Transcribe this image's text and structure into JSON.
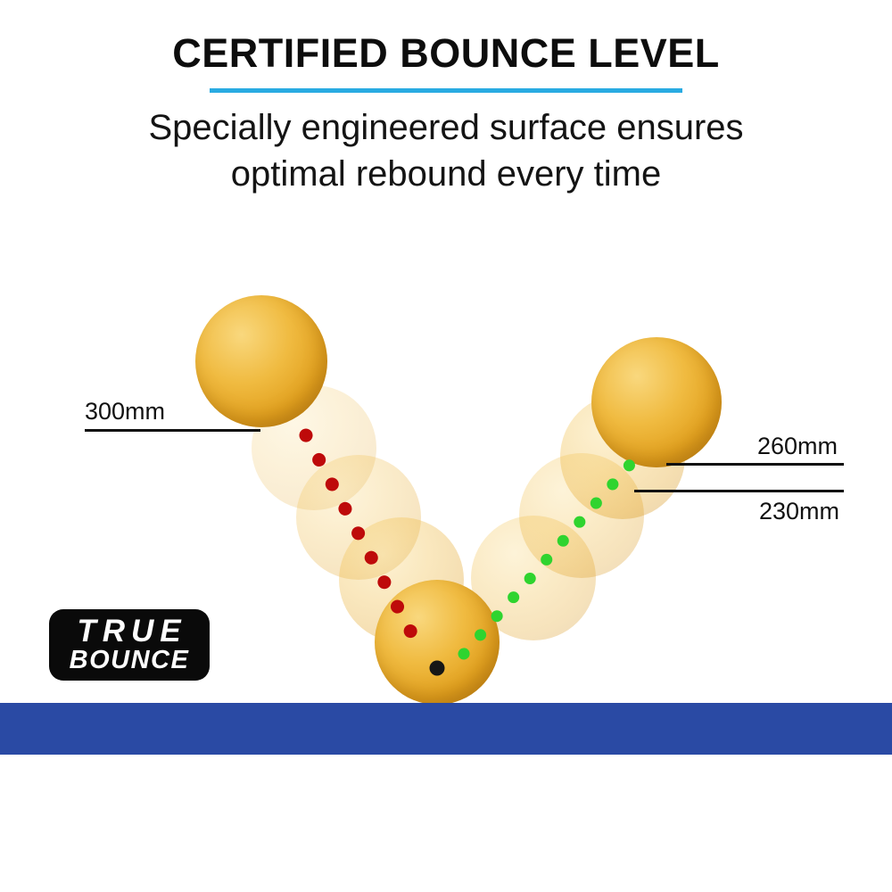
{
  "title": "CERTIFIED BOUNCE LEVEL",
  "subtitle": {
    "line1": "Specially engineered surface ensures",
    "line2": "optimal rebound every time"
  },
  "measurements": {
    "drop": {
      "label": "300mm",
      "value_mm": 300
    },
    "rebound_high": {
      "label": "260mm",
      "value_mm": 260
    },
    "rebound_low": {
      "label": "230mm",
      "value_mm": 230
    }
  },
  "logo": {
    "line1": "TRUE",
    "line2": "BOUNCE"
  },
  "diagram": {
    "type": "bounce-trajectory",
    "drop_height_mm": 300,
    "rebound_range_mm": [
      230,
      260
    ]
  },
  "colors": {
    "underline": "#29ABE2",
    "band": "#2A4AA4",
    "ball": "#EDB33C",
    "descent_dots": "#BE0A0A",
    "ascent_dots": "#2FD42F",
    "impact_dot": "#161616"
  }
}
